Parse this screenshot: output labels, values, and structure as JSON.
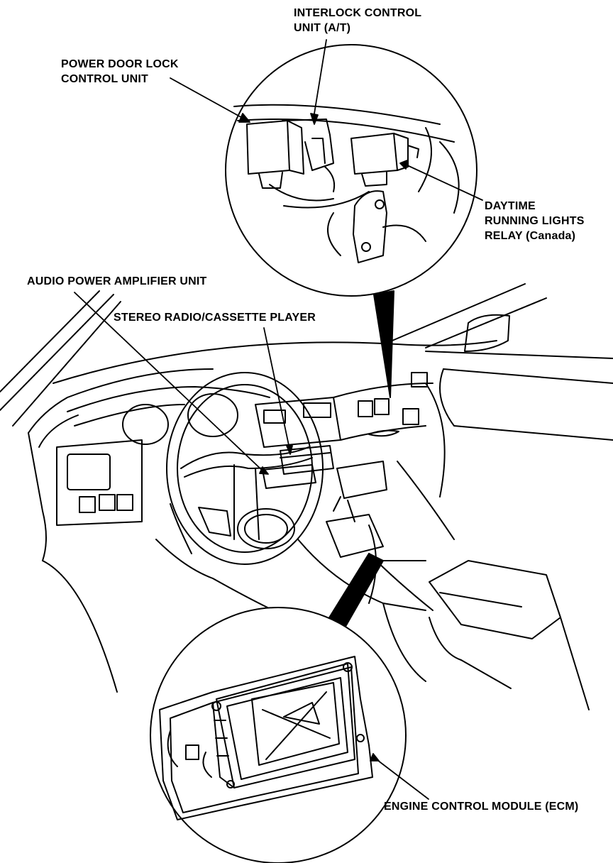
{
  "diagram": {
    "labels": {
      "interlock": "INTERLOCK CONTROL\nUNIT (A/T)",
      "power_door_lock": "POWER DOOR LOCK\nCONTROL UNIT",
      "daytime_running": "DAYTIME\nRUNNING LIGHTS\nRELAY (Canada)",
      "audio_amp": "AUDIO POWER AMPLIFIER UNIT",
      "stereo": "STEREO RADIO/CASSETTE PLAYER",
      "ecm": "ENGINE CONTROL MODULE (ECM)"
    },
    "colors": {
      "ink": "#000000",
      "paper": "#ffffff"
    }
  }
}
